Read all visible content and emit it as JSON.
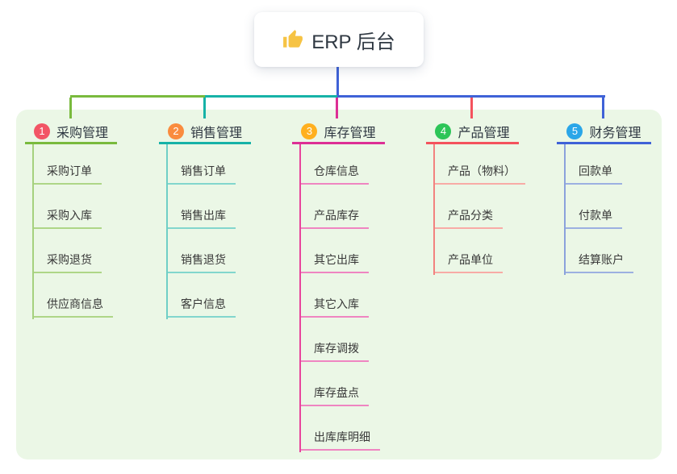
{
  "root": {
    "label": "ERP 后台",
    "icon": "thumbs-up-icon",
    "card_bg": "#ffffff",
    "line_color": "#3f62d7"
  },
  "panel": {
    "bg": "#ebf7e6"
  },
  "text": {
    "title_color": "#2f3842",
    "child_color": "#383838"
  },
  "branches": [
    {
      "index": "1",
      "title": "采购管理",
      "badge_color": "#f25565",
      "main_color": "#79ba3d",
      "vert_color": "#a5d17e",
      "child_line_color": "#aed687",
      "children": [
        "采购订单",
        "采购入库",
        "采购退货",
        "供应商信息"
      ]
    },
    {
      "index": "2",
      "title": "销售管理",
      "badge_color": "#fa8c3e",
      "main_color": "#16b2a7",
      "vert_color": "#6fcfc6",
      "child_line_color": "#82d6cd",
      "children": [
        "销售订单",
        "销售出库",
        "销售退货",
        "客户信息"
      ]
    },
    {
      "index": "3",
      "title": "库存管理",
      "badge_color": "#ffb01f",
      "main_color": "#dd2f95",
      "vert_color": "#e8449c",
      "child_line_color": "#ef85c1",
      "children": [
        "仓库信息",
        "产品库存",
        "其它出库",
        "其它入库",
        "库存调拨",
        "库存盘点",
        "出库库明细"
      ]
    },
    {
      "index": "4",
      "title": "产品管理",
      "badge_color": "#2dc558",
      "main_color": "#f4525d",
      "vert_color": "#f2827f",
      "child_line_color": "#f8aba6",
      "children": [
        "产品（物料）",
        "产品分类",
        "产品单位"
      ]
    },
    {
      "index": "5",
      "title": "财务管理",
      "badge_color": "#2aa6e8",
      "main_color": "#3f62d7",
      "vert_color": "#8ba2dc",
      "child_line_color": "#9cb0e1",
      "children": [
        "回款单",
        "付款单",
        "结算账户"
      ]
    }
  ]
}
